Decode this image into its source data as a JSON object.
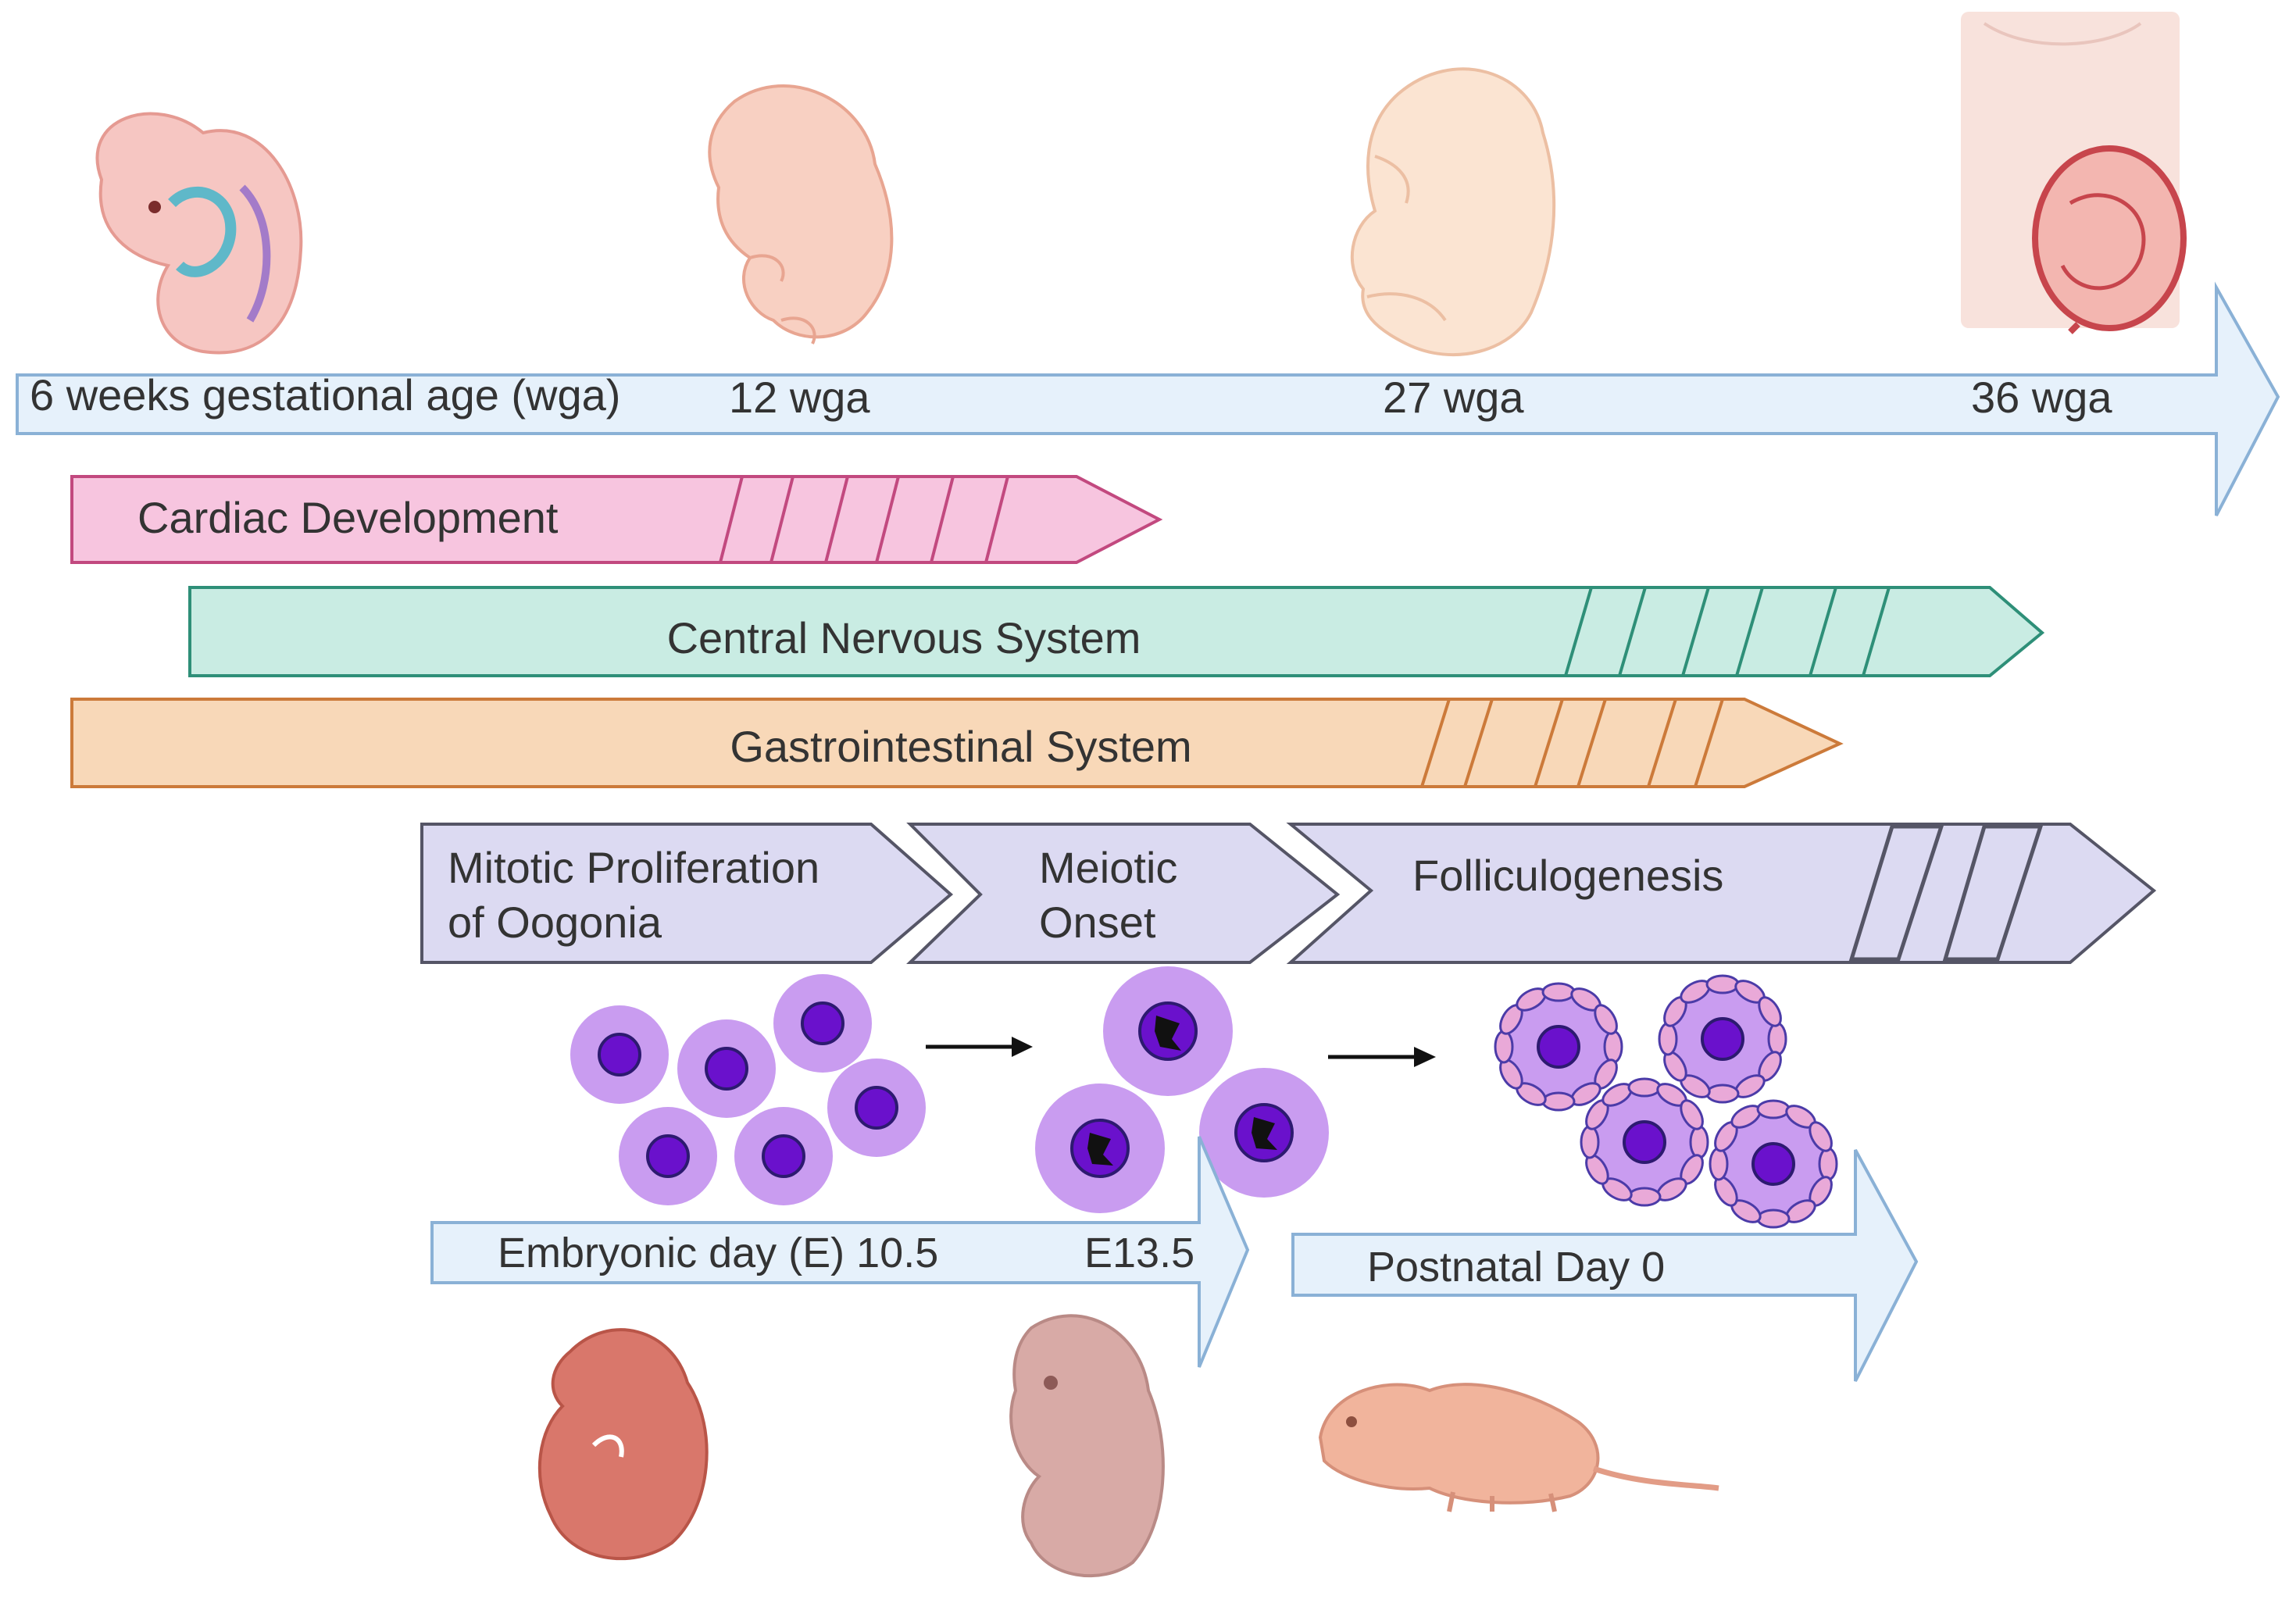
{
  "human_timeline": {
    "ticks": [
      "6 weeks gestational age (wga)",
      "12 wga",
      "27 wga",
      "36 wga"
    ]
  },
  "organ_systems": [
    {
      "label": "Cardiac Development",
      "color": "#f7c5df",
      "stroke": "#c2497f"
    },
    {
      "label": "Central Nervous System",
      "color": "#c9ece3",
      "stroke": "#2e8f78"
    },
    {
      "label": "Gastrointestinal System",
      "color": "#f8d8b8",
      "stroke": "#cc7a3a"
    }
  ],
  "oocyte_stages": [
    {
      "label_lines": [
        "Mitotic Proliferation",
        "of Oogonia"
      ]
    },
    {
      "label_lines": [
        "Meiotic",
        "Onset"
      ]
    },
    {
      "label_lines": [
        "Folliculogenesis"
      ]
    }
  ],
  "mouse_timeline": {
    "prenatal": [
      "Embryonic day (E) 10.5",
      "E13.5"
    ],
    "postnatal": [
      "Postnatal Day 0"
    ]
  },
  "colors": {
    "timeline_fill": "#e6f1fb",
    "timeline_stroke": "#8ab1d6",
    "stage_fill": "#dcdaf2",
    "stage_stroke": "#555566",
    "cell_outer": "#c99cf0",
    "cell_nucleus": "#6a11cc"
  },
  "icons": [
    "embryo-6wga-icon",
    "fetus-12wga-icon",
    "fetus-27wga-icon",
    "pregnant-abdomen-36wga-icon",
    "mouse-embryo-e10-icon",
    "mouse-embryo-e13-icon",
    "mouse-pup-icon"
  ]
}
